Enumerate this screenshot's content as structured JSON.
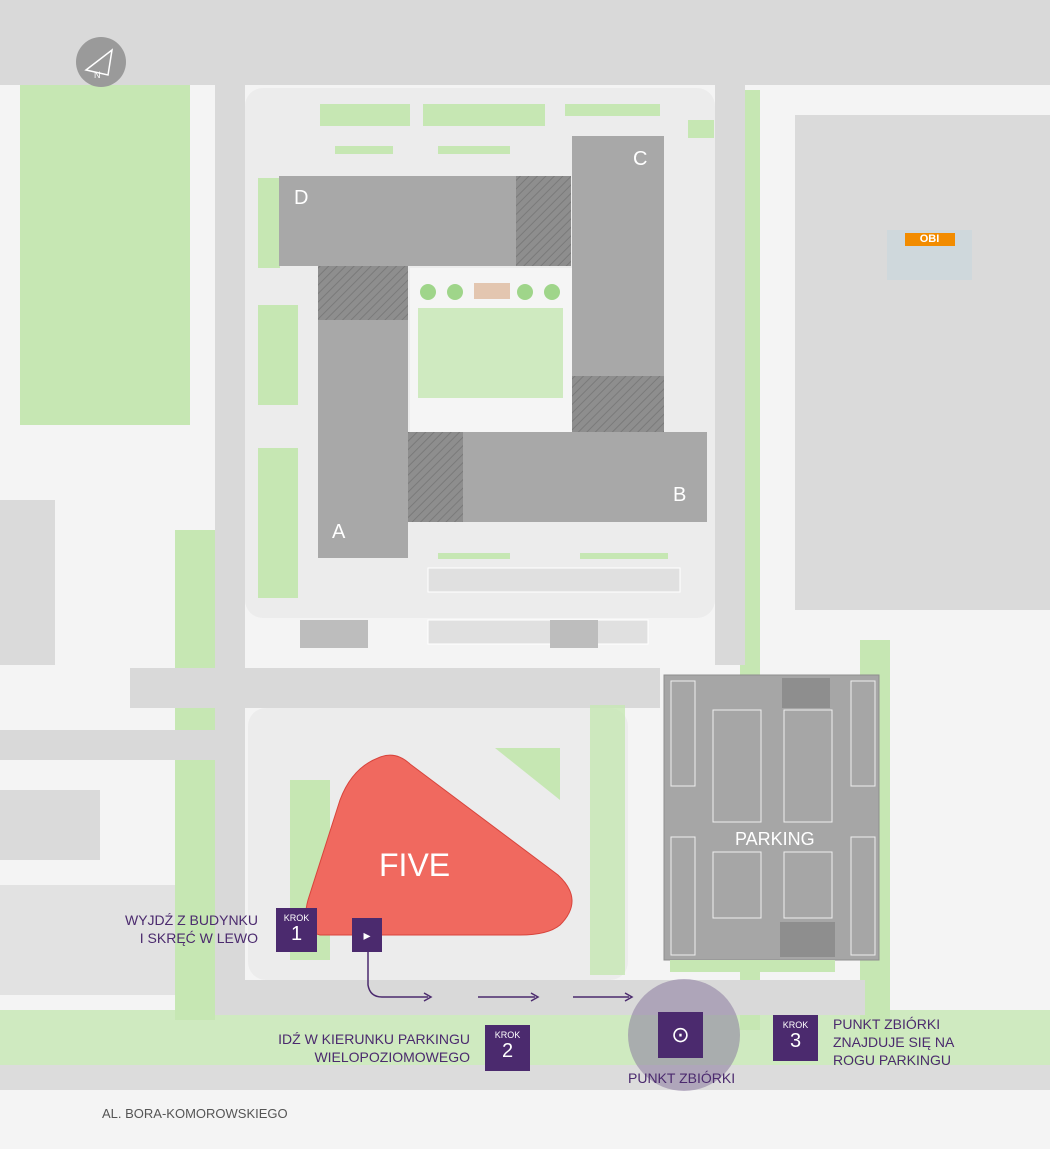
{
  "buildings": {
    "a": "A",
    "b": "B",
    "c": "C",
    "d": "D",
    "five": "FIVE"
  },
  "parking_label": "PARKING",
  "store_logo": "OBI",
  "steps": [
    {
      "badge": "KROK",
      "number": "1",
      "text_line1": "WYJDŹ Z BUDYNKU",
      "text_line2": "I SKRĘĆ W LEWO"
    },
    {
      "badge": "KROK",
      "number": "2",
      "text_line1": "IDŹ W KIERUNKU PARKINGU",
      "text_line2": "WIELOPOZIOMOWEGO"
    },
    {
      "badge": "KROK",
      "number": "3",
      "text_line1": "PUNKT ZBIÓRKI",
      "text_line2": "ZNAJDUJE SIĘ NA",
      "text_line3": "ROGU PARKINGU"
    }
  ],
  "assembly_point_label": "PUNKT ZBIÓRKI",
  "street_label": "AL. BORA-KOMOROWSKIEGO",
  "colors": {
    "accent": "#4b2a6e",
    "five": "#f0695f",
    "green": "#c6e7b3",
    "building": "#a8a8a8"
  }
}
